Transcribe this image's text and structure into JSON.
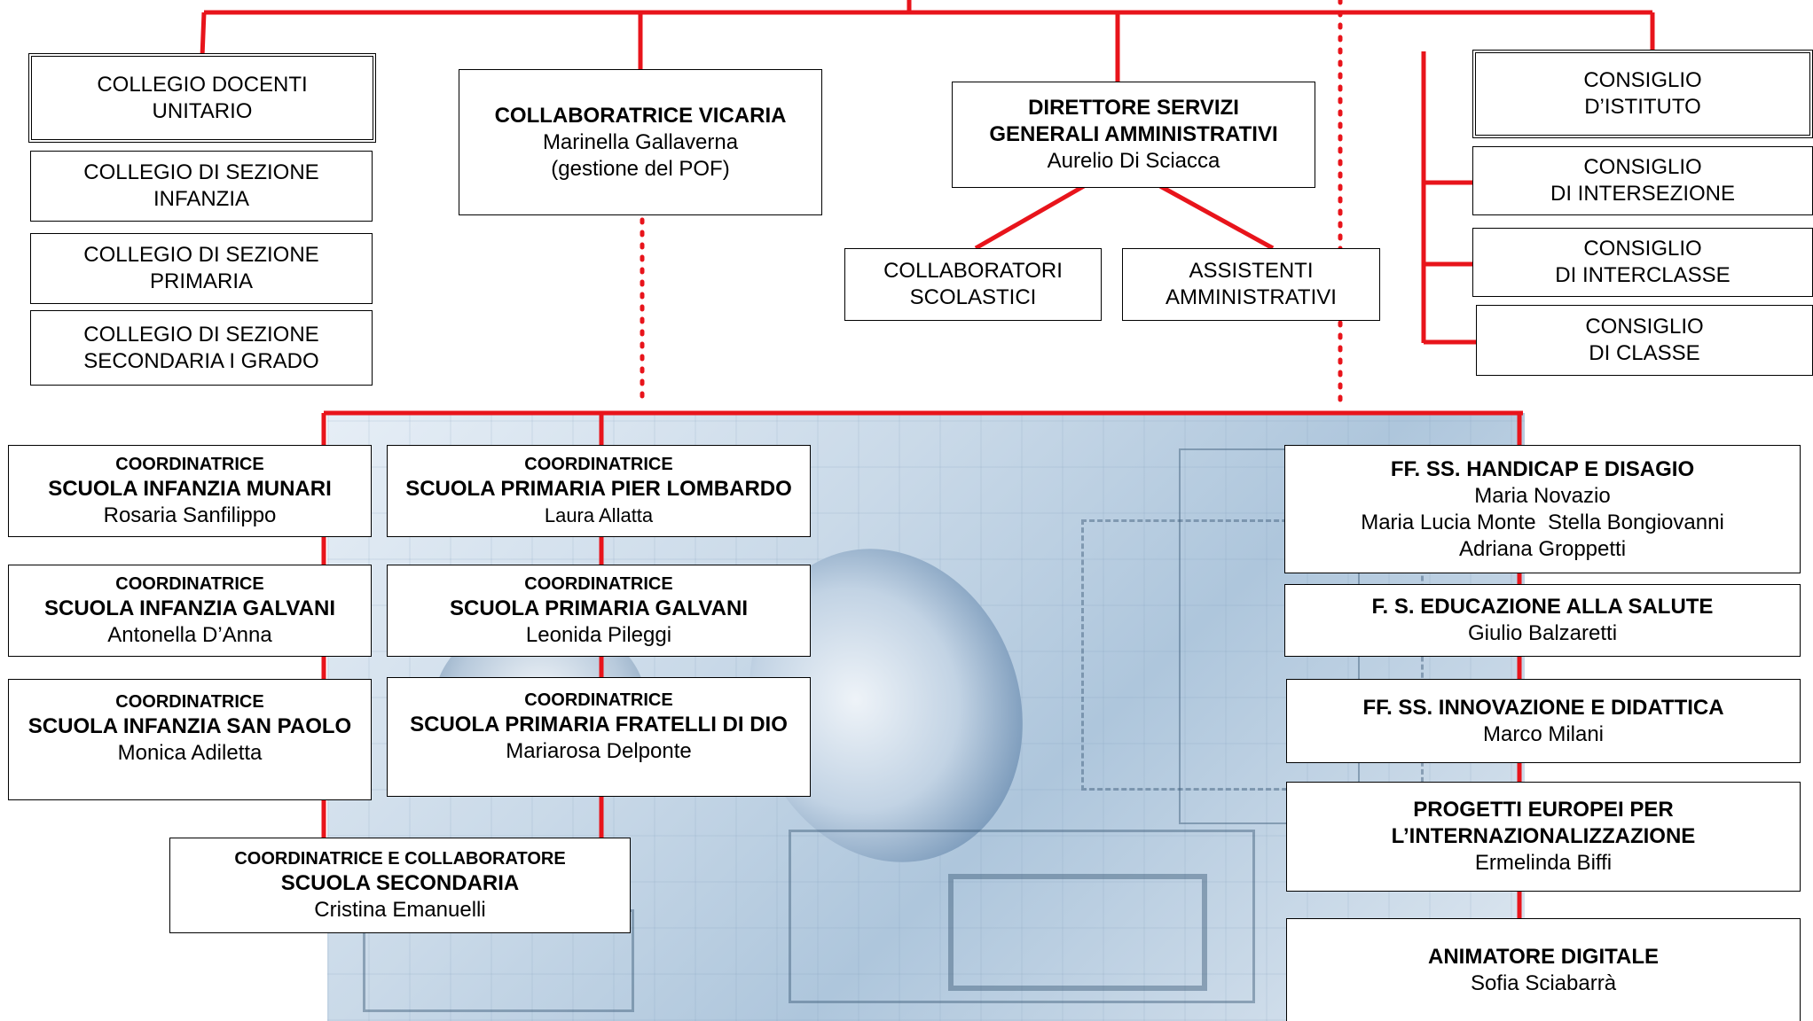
{
  "colors": {
    "line": "#e8141b",
    "border": "#000000"
  },
  "left_column": {
    "collegio_unitario": [
      "COLLEGIO DOCENTI",
      "UNITARIO"
    ],
    "collegio_infanzia": [
      "COLLEGIO DI SEZIONE",
      "INFANZIA"
    ],
    "collegio_primaria": [
      "COLLEGIO DI SEZIONE",
      "PRIMARIA"
    ],
    "collegio_secondaria": [
      "COLLEGIO DI SEZIONE",
      "SECONDARIA I GRADO"
    ]
  },
  "vicaria": {
    "title": "COLLABORATRICE VICARIA",
    "name": "Marinella Gallaverna",
    "note": "(gestione del POF)"
  },
  "dsga": {
    "title1": "DIRETTORE SERVIZI",
    "title2": "GENERALI AMMINISTRATIVI",
    "name": "Aurelio Di Sciacca"
  },
  "collaboratori": [
    "COLLABORATORI",
    "SCOLASTICI"
  ],
  "assistenti": [
    "ASSISTENTI",
    "AMMINISTRATIVI"
  ],
  "consigli": {
    "istituto": [
      "CONSIGLIO",
      "D’ISTITUTO"
    ],
    "intersezione": [
      "CONSIGLIO",
      "DI INTERSEZIONE"
    ],
    "interclasse": [
      "CONSIGLIO",
      "DI INTERCLASSE"
    ],
    "classe": [
      "CONSIGLIO",
      "DI CLASSE"
    ]
  },
  "coordinatori": {
    "munari": {
      "role": "COORDINATRICE",
      "school": "SCUOLA INFANZIA MUNARI",
      "name": "Rosaria Sanfilippo"
    },
    "galvani_inf": {
      "role": "COORDINATRICE",
      "school": "SCUOLA INFANZIA GALVANI",
      "name": "Antonella D’Anna"
    },
    "san_paolo": {
      "role": "COORDINATRICE",
      "school": "SCUOLA INFANZIA SAN PAOLO",
      "name": "Monica Adiletta"
    },
    "pier_lombardo": {
      "role": "COORDINATRICE",
      "school": "SCUOLA PRIMARIA PIER LOMBARDO",
      "name": "Laura Allatta"
    },
    "galvani_prim": {
      "role": "COORDINATRICE",
      "school": "SCUOLA PRIMARIA GALVANI",
      "name": "Leonida Pileggi"
    },
    "fratelli": {
      "role": "COORDINATRICE",
      "school": "SCUOLA PRIMARIA FRATELLI DI DIO",
      "name": "Mariarosa Delponte"
    },
    "secondaria": {
      "role": "COORDINATRICE E COLLABORATORE",
      "school": "SCUOLA SECONDARIA",
      "name": "Cristina Emanuelli"
    }
  },
  "funzioni": {
    "handicap": {
      "title": "FF. SS. HANDICAP E DISAGIO",
      "name1": "Maria Novazio",
      "name2": "Maria Lucia Monte  Stella Bongiovanni",
      "name3": "Adriana Groppetti"
    },
    "salute": {
      "title": "F. S. EDUCAZIONE ALLA SALUTE",
      "name": "Giulio Balzaretti"
    },
    "innovazione": {
      "title": "FF. SS. INNOVAZIONE E DIDATTICA",
      "name": "Marco Milani"
    },
    "europei": {
      "title1": "PROGETTI EUROPEI PER",
      "title2": "L’INTERNAZIONALIZZAZIONE",
      "name": "Ermelinda Biffi"
    },
    "animatore": {
      "title": "ANIMATORE DIGITALE",
      "name": "Sofia Sciabarrà"
    }
  }
}
